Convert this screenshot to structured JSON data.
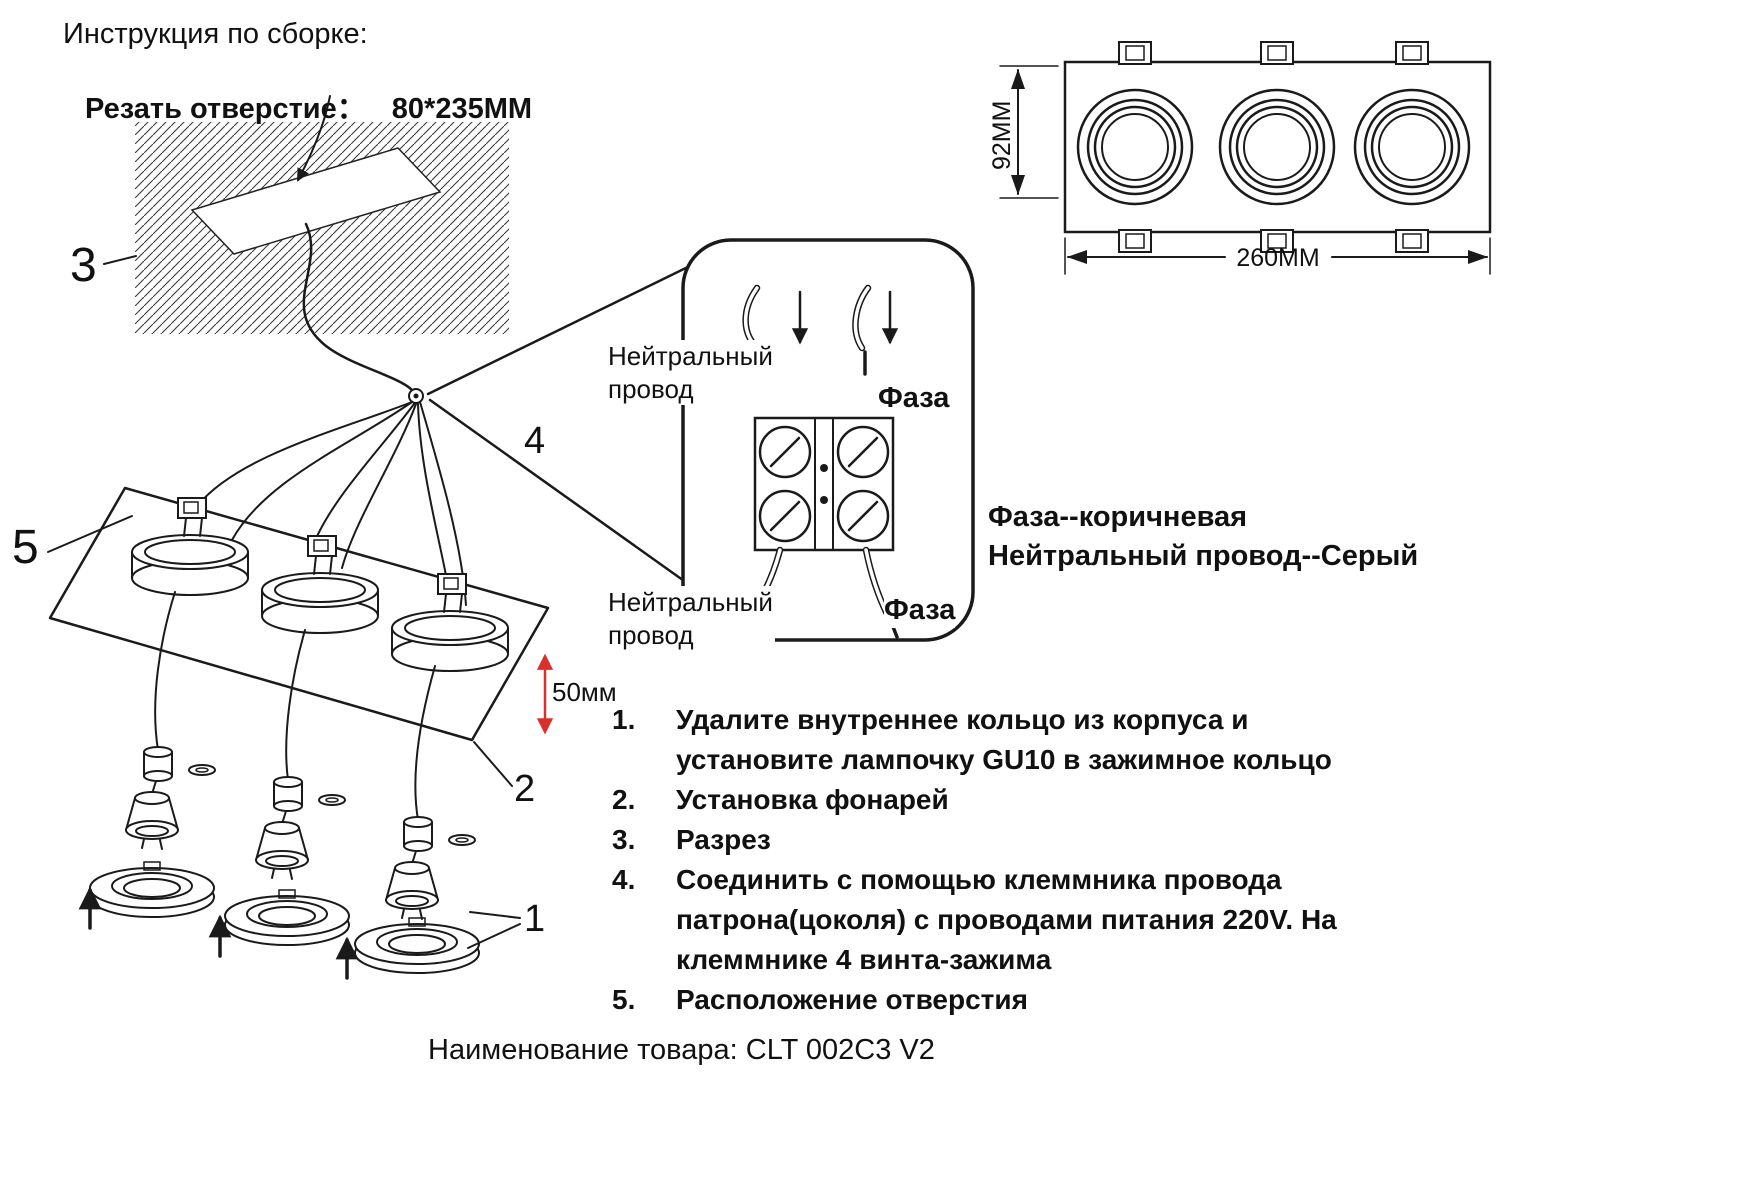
{
  "header": {
    "title": "Инструкция по сборке:",
    "cut_label": "Резать отверстие：",
    "cut_size": "80*235MM"
  },
  "figure": {
    "num1": "1",
    "num2": "2",
    "num3": "3",
    "num4": "4",
    "num5": "5",
    "dim50": "50мм"
  },
  "callout": {
    "neutral_top": "Нейтральный\nпровод",
    "phase_top": "Фаза",
    "neutral_bottom": "Нейтральный\nпровод",
    "phase_bottom": "Фаза"
  },
  "legend": {
    "phase": "Фаза--коричневая",
    "neutral": "Нейтральный провод--Серый"
  },
  "front_view": {
    "height": "92MM",
    "width": "260MM"
  },
  "steps": [
    {
      "num": "1.",
      "text": "Удалите внутреннее кольцо из корпуса и установите лампочку GU10 в зажимное кольцо"
    },
    {
      "num": "2.",
      "text": "Установка фонарей"
    },
    {
      "num": "3.",
      "text": "Разрез"
    },
    {
      "num": "4.",
      "text": "Соединить с помощью клеммника провода патрона(цоколя) с проводами питания 220V. На клеммнике 4 винта-зажима"
    },
    {
      "num": "5.",
      "text": "Расположение отверстия"
    }
  ],
  "footer": {
    "product": "Наименование товара: CLT 002C3 V2"
  },
  "colors": {
    "line": "#1a1a1a",
    "accent_red": "#d9302c"
  }
}
